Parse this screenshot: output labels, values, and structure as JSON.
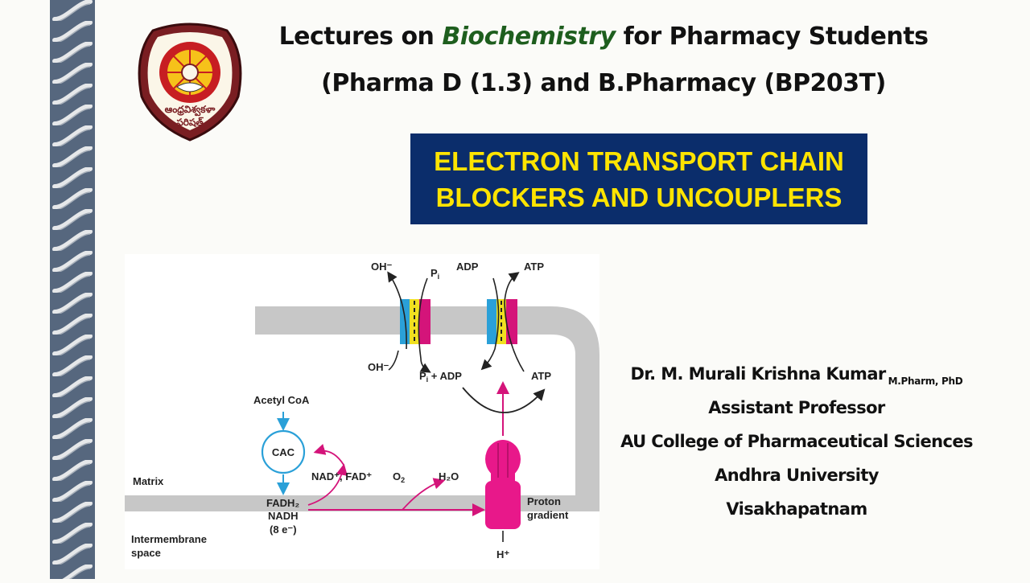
{
  "header": {
    "line1_pre": "Lectures on",
    "line1_highlight": "Biochemistry",
    "line1_post": "for Pharmacy Students",
    "line2": "(Pharma D (1.3) and B.Pharmacy (BP203T)"
  },
  "banner": {
    "line1": "ELECTRON TRANSPORT CHAIN",
    "line2": "BLOCKERS AND UNCOUPLERS"
  },
  "logo": {
    "text_line1": "ఆంధ్రవిశ్వకళా",
    "text_line2": "పరిషత్"
  },
  "diagram": {
    "oh_top": "OH⁻",
    "pi_top": "P",
    "adp_top": "ADP",
    "atp_top": "ATP",
    "oh_bottom": "OH⁻",
    "pi_adp": "P",
    "pi_adp_rest": " + ADP",
    "atp_bottom": "ATP",
    "acetyl_coa": "Acetyl CoA",
    "cac": "CAC",
    "nad_fad": "NAD⁺, FAD⁺",
    "o2": "O",
    "h2o": "H₂O",
    "matrix": "Matrix",
    "fadh2": "FADH₂",
    "nadh": "NADH",
    "electrons": "(8 e⁻)",
    "proton1": "Proton",
    "proton2": "gradient",
    "intermembrane1": "Intermembrane",
    "intermembrane2": "space",
    "h_plus": "H⁺"
  },
  "author": {
    "name": "Dr. M. Murali Krishna Kumar",
    "degree": "M.Pharm, PhD",
    "position": "Assistant Professor",
    "college": "AU College of Pharmaceutical Sciences",
    "university": "Andhra University",
    "city": "Visakhapatnam"
  },
  "colors": {
    "banner_bg": "#0b2d6b",
    "banner_text": "#ffe400",
    "strip": "#56677e",
    "magenta": "#d4147a",
    "cyan": "#2aa0d8"
  }
}
